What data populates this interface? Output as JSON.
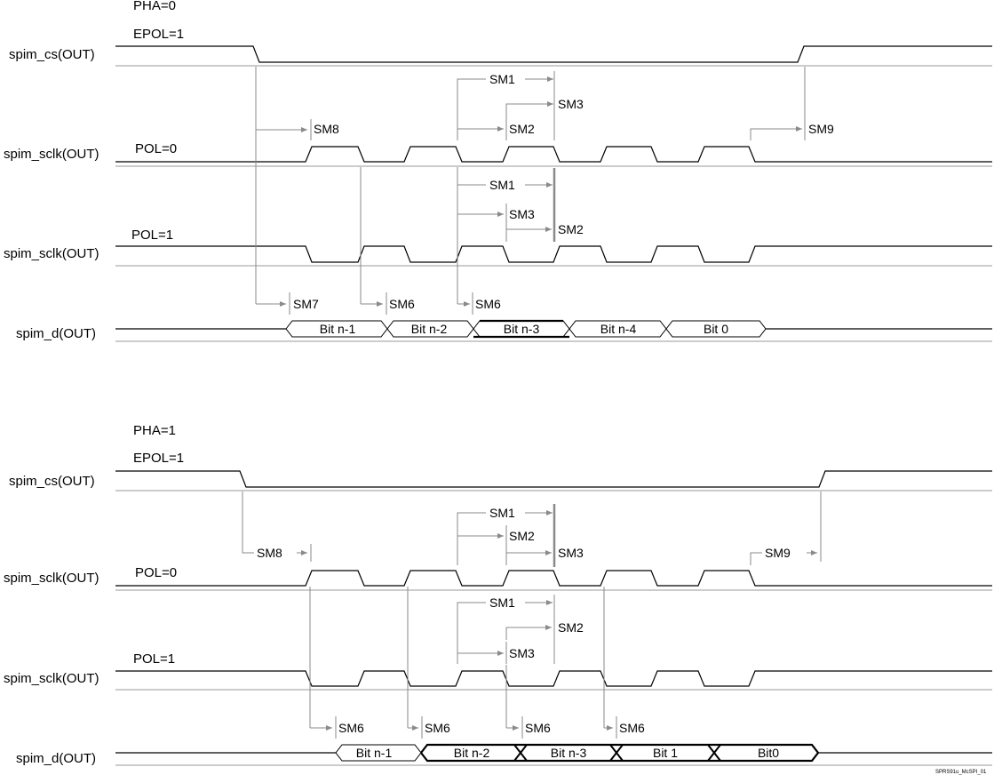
{
  "diagram": {
    "footnote": "SPRS91u_McSPI_01",
    "sections": [
      {
        "id": "top",
        "pha_label": "PHA=0",
        "epol_label": "EPOL=1",
        "pol0_label": "POL=0",
        "pol1_label": "POL=1",
        "signals": {
          "cs": "spim_cs(OUT)",
          "sclk0": "spim_sclk(OUT)",
          "sclk1": "spim_sclk(OUT)",
          "data": "spim_d(OUT)"
        },
        "bits": [
          "Bit n-1",
          "Bit n-2",
          "Bit n-3",
          "Bit n-4",
          "Bit 0"
        ],
        "timing": {
          "sm1_a": "SM1",
          "sm3_a": "SM3",
          "sm2_a": "SM2",
          "sm8": "SM8",
          "sm9": "SM9",
          "sm1_b": "SM1",
          "sm3_b": "SM3",
          "sm2_b": "SM2",
          "sm7": "SM7",
          "sm6_a": "SM6",
          "sm6_b": "SM6"
        }
      },
      {
        "id": "bottom",
        "pha_label": "PHA=1",
        "epol_label": "EPOL=1",
        "pol0_label": "POL=0",
        "pol1_label": "POL=1",
        "signals": {
          "cs": "spim_cs(OUT)",
          "sclk0": "spim_sclk(OUT)",
          "sclk1": "spim_sclk(OUT)",
          "data": "spim_d(OUT)"
        },
        "bits": [
          "Bit n-1",
          "Bit n-2",
          "Bit n-3",
          "Bit 1",
          "Bit0"
        ],
        "timing": {
          "sm1_a": "SM1",
          "sm2_a": "SM2",
          "sm3_a": "SM3",
          "sm8": "SM8",
          "sm9": "SM9",
          "sm1_b": "SM1",
          "sm2_b": "SM2",
          "sm3_b": "SM3",
          "sm6_a": "SM6",
          "sm6_b": "SM6",
          "sm6_c": "SM6",
          "sm6_d": "SM6"
        }
      }
    ]
  }
}
